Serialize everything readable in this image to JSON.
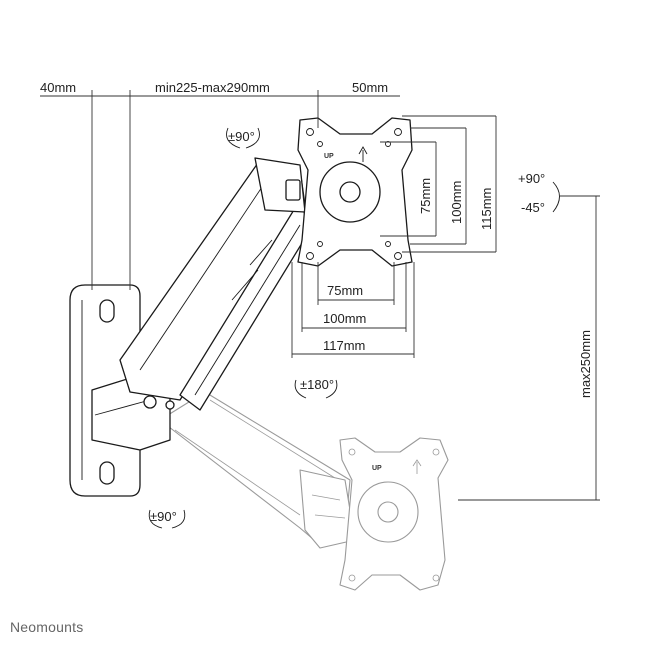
{
  "dimensions": {
    "depth_min": "40mm",
    "reach": "min225-max290mm",
    "plate_offset": "50mm",
    "vesa_h_75": "75mm",
    "vesa_h_100": "100mm",
    "plate_h": "115mm",
    "vesa_w_75": "75mm",
    "vesa_w_100": "100mm",
    "plate_w": "117mm",
    "height_range": "max250mm"
  },
  "rotations": {
    "top_swivel": "±90°",
    "tilt_up": "+90°",
    "tilt_down": "-45°",
    "rotate": "±180°",
    "bottom_swivel": "±90°"
  },
  "plate_label": "UP",
  "brand": "Neomounts"
}
